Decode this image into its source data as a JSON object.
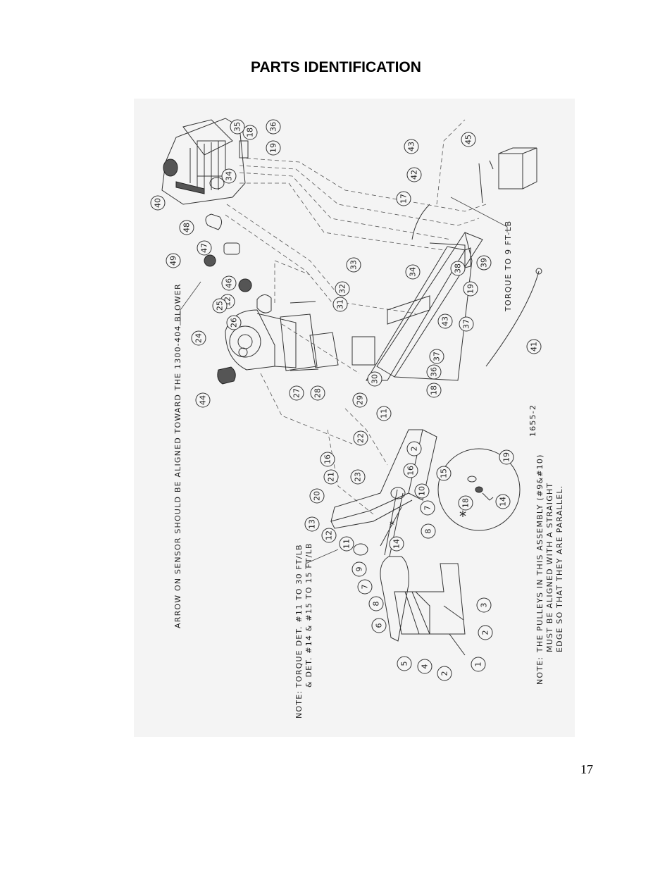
{
  "page": {
    "title": "PARTS IDENTIFICATION",
    "page_number": "17"
  },
  "diagram": {
    "background": "#f4f4f4",
    "drawing_number": "1655-2",
    "notes": {
      "sensor": "ARROW ON SENSOR SHOULD BE ALIGNED TOWARD THE 1300-404 BLOWER",
      "torque_label": "NOTE:",
      "torque_line1": "TORQUE DET. #11 TO 30 FT/LB",
      "torque_line2": "& DET. #14 & #15 TO 15 FT/LB",
      "pulley_label": "NOTE:",
      "pulley_line1": "THE PULLEYS IN THIS ASSEMBLY (#9&#10)",
      "pulley_line2": "MUST BE ALIGNED WITH A STRAIGHT",
      "pulley_line3": "EDGE SO THAT THEY ARE PARALLEL.",
      "torque9": "TORQUE TO 9 FT-LB",
      "detail_mark": "*",
      "belt_mark": "*"
    },
    "callouts": [
      "1",
      "2",
      "2",
      "2",
      "3",
      "4",
      "5",
      "6",
      "7",
      "7",
      "8",
      "8",
      "9",
      "10",
      "11",
      "11",
      "12",
      "12",
      "13",
      "14",
      "14",
      "15",
      "16",
      "16",
      "17",
      "18",
      "18",
      "18",
      "19",
      "19",
      "19",
      "20",
      "21",
      "22",
      "23",
      "24",
      "25",
      "26",
      "27",
      "28",
      "29",
      "30",
      "31",
      "32",
      "33",
      "34",
      "34",
      "35",
      "36",
      "36",
      "37",
      "37",
      "38",
      "39",
      "40",
      "41",
      "42",
      "43",
      "43",
      "44",
      "45",
      "46",
      "47",
      "48",
      "49"
    ],
    "icons": {
      "engine": "engine-icon",
      "blower": "blower-icon",
      "battery": "battery-icon",
      "frame": "frame-icon",
      "belt_guard": "belt-guard-icon",
      "pulley": "pulley-icon"
    }
  }
}
